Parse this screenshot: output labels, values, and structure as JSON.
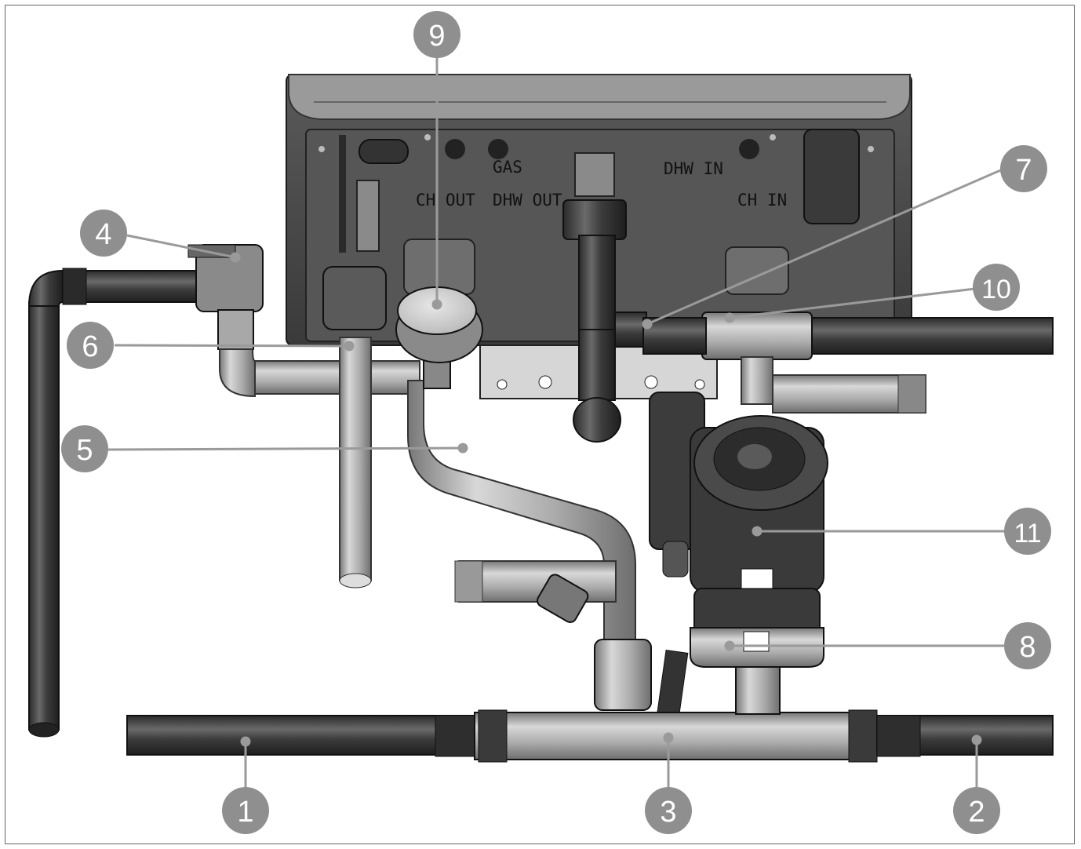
{
  "panel_labels": {
    "gas": "GAS",
    "dhw_out": "DHW OUT",
    "dhw_in": "DHW IN",
    "ch_out": "CH OUT",
    "ch_in": "CH IN"
  },
  "callouts": [
    {
      "id": "1",
      "label": "1"
    },
    {
      "id": "2",
      "label": "2"
    },
    {
      "id": "3",
      "label": "3"
    },
    {
      "id": "4",
      "label": "4"
    },
    {
      "id": "5",
      "label": "5"
    },
    {
      "id": "6",
      "label": "6"
    },
    {
      "id": "7",
      "label": "7"
    },
    {
      "id": "8",
      "label": "8"
    },
    {
      "id": "9",
      "label": "9"
    },
    {
      "id": "10",
      "label": "10"
    },
    {
      "id": "11",
      "label": "11"
    }
  ],
  "colors": {
    "callout_fill": "#8f8f8f",
    "leader_line": "#9a9a9a",
    "boiler_body": "#4a4a4a",
    "dark_pipe": "#3a3a3a",
    "light_pipe": "#b4b4b4"
  }
}
